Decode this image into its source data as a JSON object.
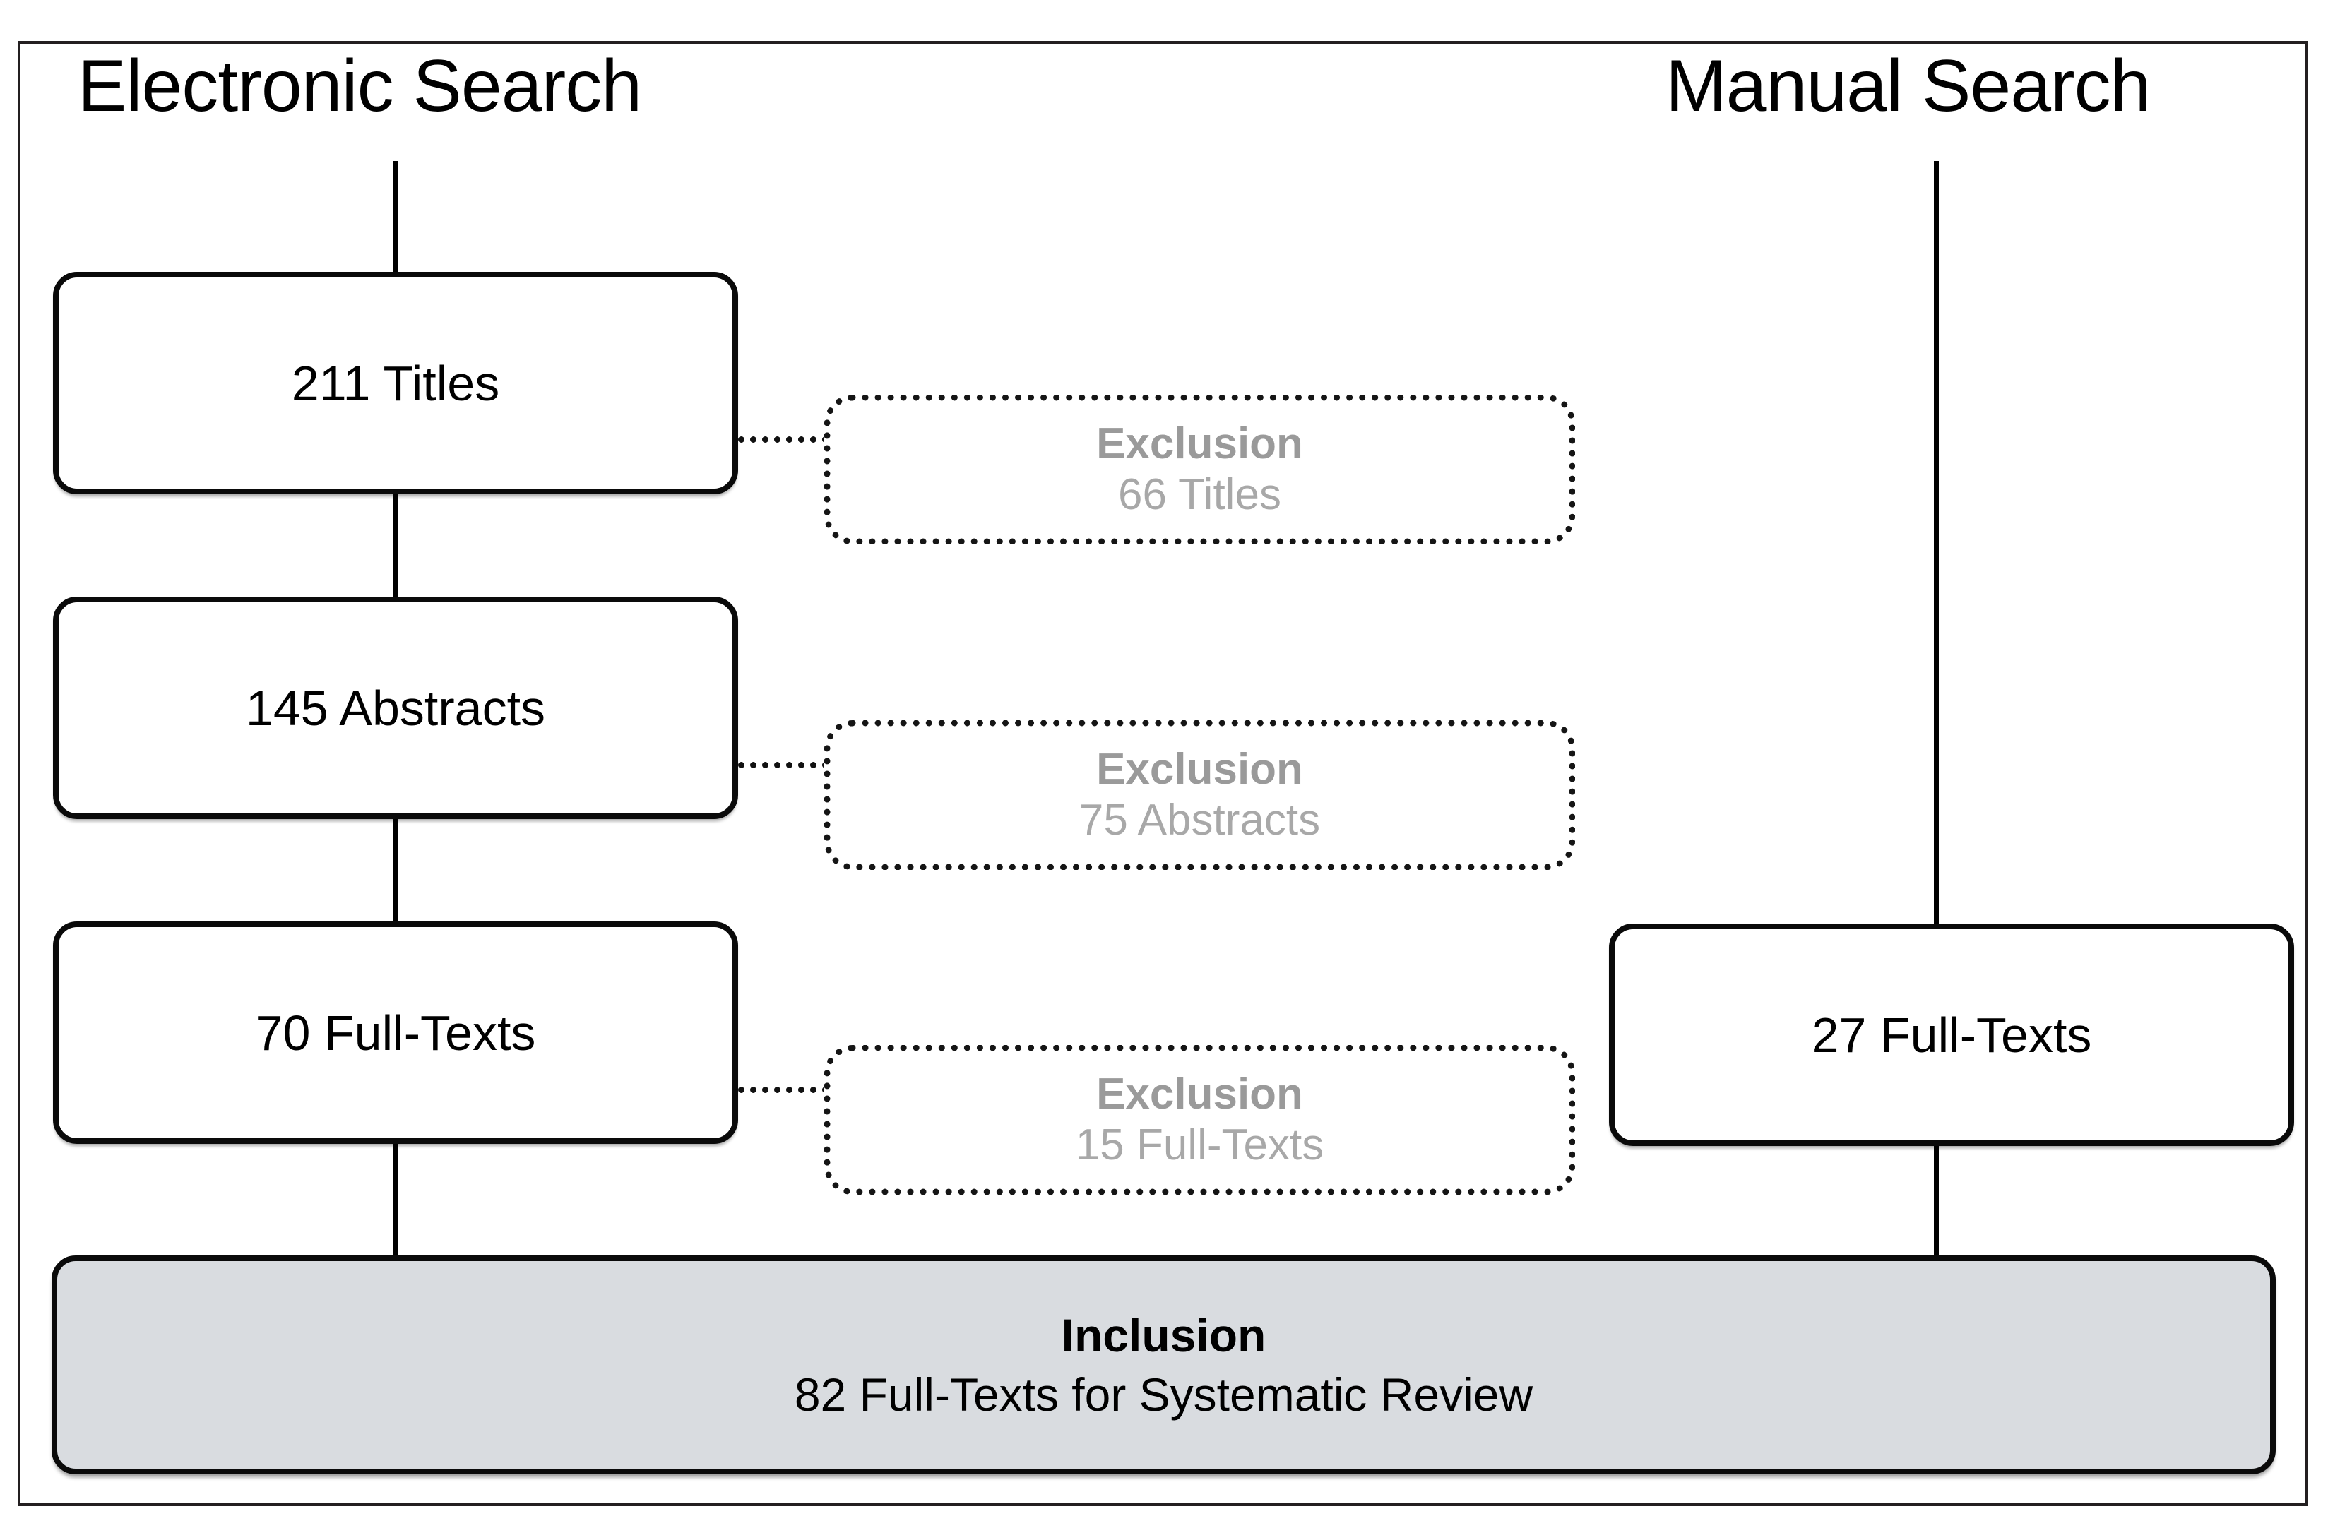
{
  "diagram": {
    "type": "prisma-flow-diagram",
    "columns": {
      "electronic": {
        "title": "Electronic Search"
      },
      "manual": {
        "title": "Manual Search"
      }
    },
    "stages": [
      {
        "id": "titles",
        "label": "211 Titles"
      },
      {
        "id": "abstracts",
        "label": "145 Abstracts"
      },
      {
        "id": "fulltexts",
        "label": "70 Full-Texts"
      }
    ],
    "manual_stage": {
      "id": "manual-fulltexts",
      "label": "27 Full-Texts"
    },
    "exclusions": [
      {
        "id": "excl-titles",
        "title": "Exclusion",
        "detail": "66 Titles"
      },
      {
        "id": "excl-abstracts",
        "title": "Exclusion",
        "detail": "75 Abstracts"
      },
      {
        "id": "excl-fulltexts",
        "title": "Exclusion",
        "detail": "15 Full-Texts"
      }
    ],
    "inclusion": {
      "title": "Inclusion",
      "detail": "82 Full-Texts for Systematic Review"
    },
    "colors": {
      "border": "#0a0a0a",
      "frame": "#231f20",
      "exclusion_text": "#9a9a9a",
      "inclusion_fill": "#d9dce0",
      "node_fill": "#ffffff",
      "background": "#ffffff"
    }
  }
}
